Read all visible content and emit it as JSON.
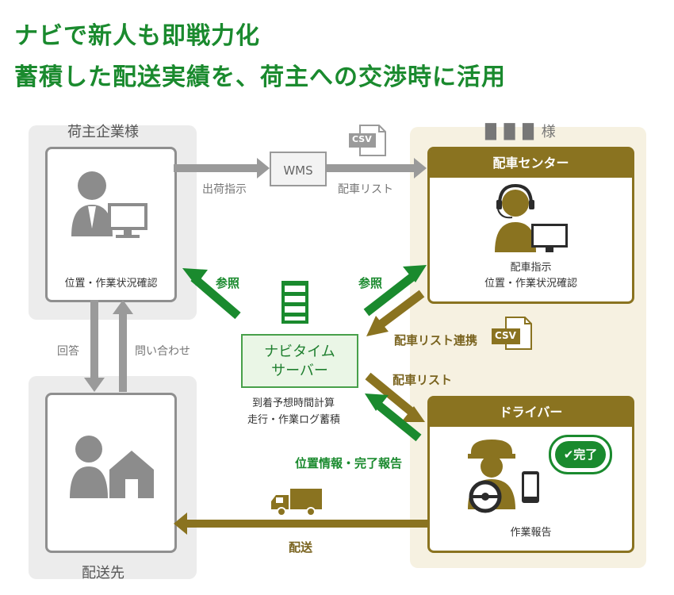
{
  "titles": {
    "line1": "ナビで新人も即戦力化",
    "line2": "蓄積した配送実績を、荷主への交渉時に活用"
  },
  "shipper": {
    "panel_label": "荷主企業様",
    "card_text": "位置・作業状況確認"
  },
  "carrier": {
    "panel_label": "█ █ █ 様"
  },
  "destination": {
    "panel_label": "配送先"
  },
  "dispatch_center": {
    "header": "配車センター",
    "text_line1": "配車指示",
    "text_line2": "位置・作業状況確認"
  },
  "driver": {
    "header": "ドライバー",
    "text": "作業報告",
    "complete_badge": "完了"
  },
  "server": {
    "line1": "ナビタイム",
    "line2": "サーバー",
    "caption_line1": "到着予想時間計算",
    "caption_line2": "走行・作業ログ蓄積"
  },
  "flows": {
    "shipping_instruction": "出荷指示",
    "wms": "WMS",
    "csv_top": "CSV",
    "dispatch_list_top": "配車リスト",
    "reference_left": "参照",
    "reference_right": "参照",
    "answer": "回答",
    "inquiry": "問い合わせ",
    "dispatch_list_link": "配車リスト連携",
    "csv_mid": "CSV",
    "dispatch_list": "配車リスト",
    "location_report": "位置情報・完了報告",
    "delivery": "配送"
  },
  "colors": {
    "green": "#1a8a2e",
    "gold": "#8a7320",
    "gray_arrow": "#9a9a9a",
    "left_panel": "#ececec",
    "right_panel": "#f6f1e1"
  },
  "icons": [
    "person-at-computer-icon",
    "operator-headset-icon",
    "server-icon",
    "csv-file-icon",
    "truck-icon",
    "driver-icon",
    "steering-wheel-icon",
    "smartphone-icon",
    "person-house-icon",
    "check-icon"
  ]
}
